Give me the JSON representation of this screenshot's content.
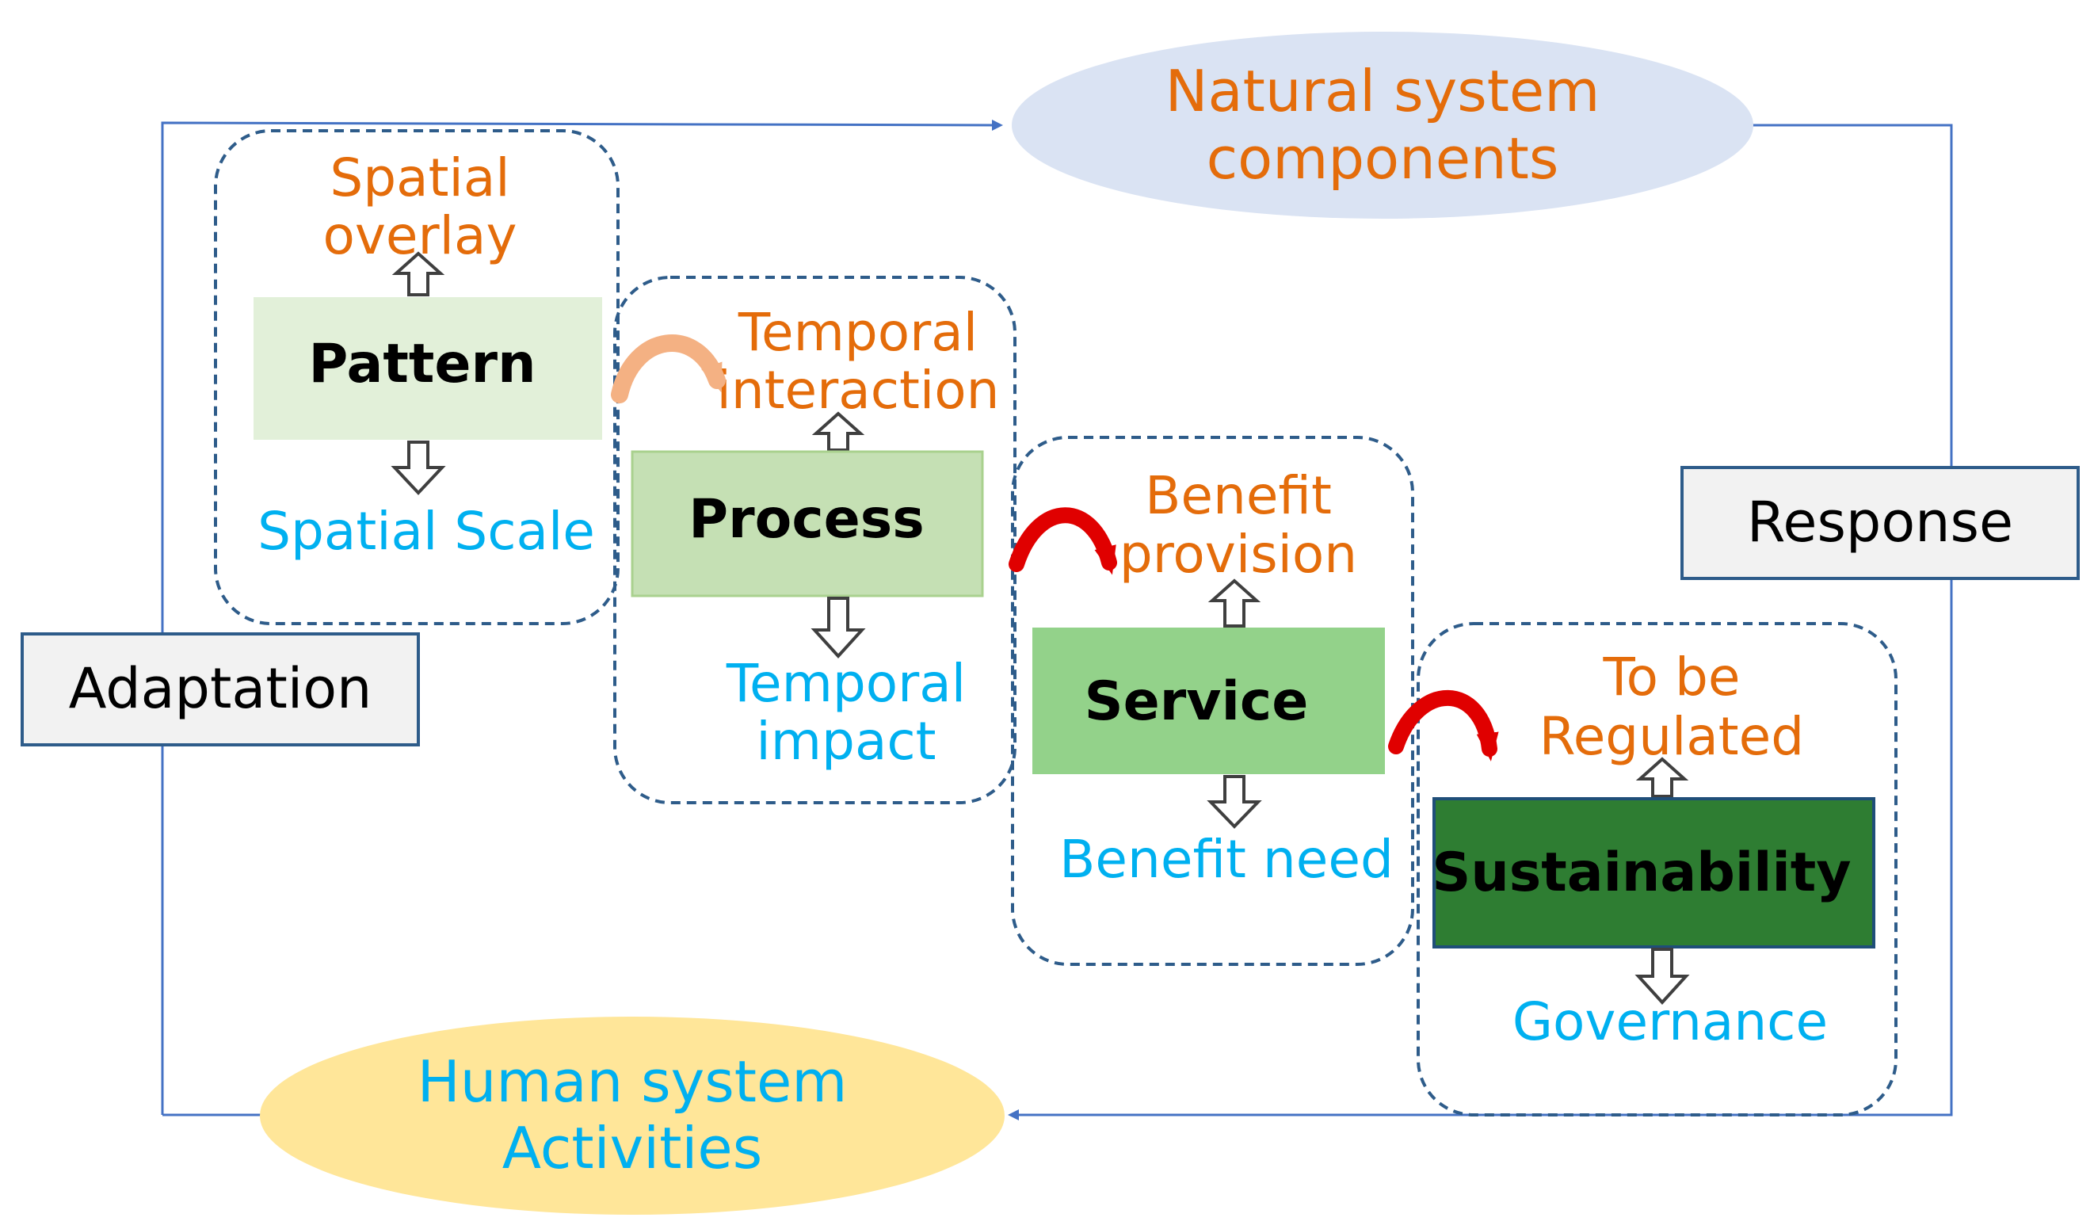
{
  "natural_system": {
    "line1": "Natural system",
    "line2": "components"
  },
  "human_system": {
    "line1": "Human system",
    "line2": "Activities"
  },
  "side_labels": {
    "adaptation": "Adaptation",
    "response": "Response"
  },
  "stages": {
    "pattern": {
      "label": "Pattern",
      "top_line1": "Spatial",
      "top_line2": "overlay",
      "bottom": "Spatial Scale"
    },
    "process": {
      "label": "Process",
      "top_line1": "Temporal",
      "top_line2": "interaction",
      "bottom_line1": "Temporal",
      "bottom_line2": "impact"
    },
    "service": {
      "label": "Service",
      "top_line1": "Benefit",
      "top_line2": "provision",
      "bottom": "Benefit need"
    },
    "sustainability": {
      "label": "Sustainability",
      "top_line1": "To be",
      "top_line2": "Regulated",
      "bottom": "Governance"
    }
  },
  "colors": {
    "pattern_fill": "#e2f0d9",
    "process_fill": "#c5e0b4",
    "service_fill": "#93d28a",
    "sustainability_fill": "#2e7d32",
    "natural_ellipse": "#dae3f3",
    "human_ellipse": "#ffe699",
    "frame_line": "#4472c4",
    "curved_arrow_light": "#f4b183",
    "curved_arrow_red": "#e00000"
  }
}
